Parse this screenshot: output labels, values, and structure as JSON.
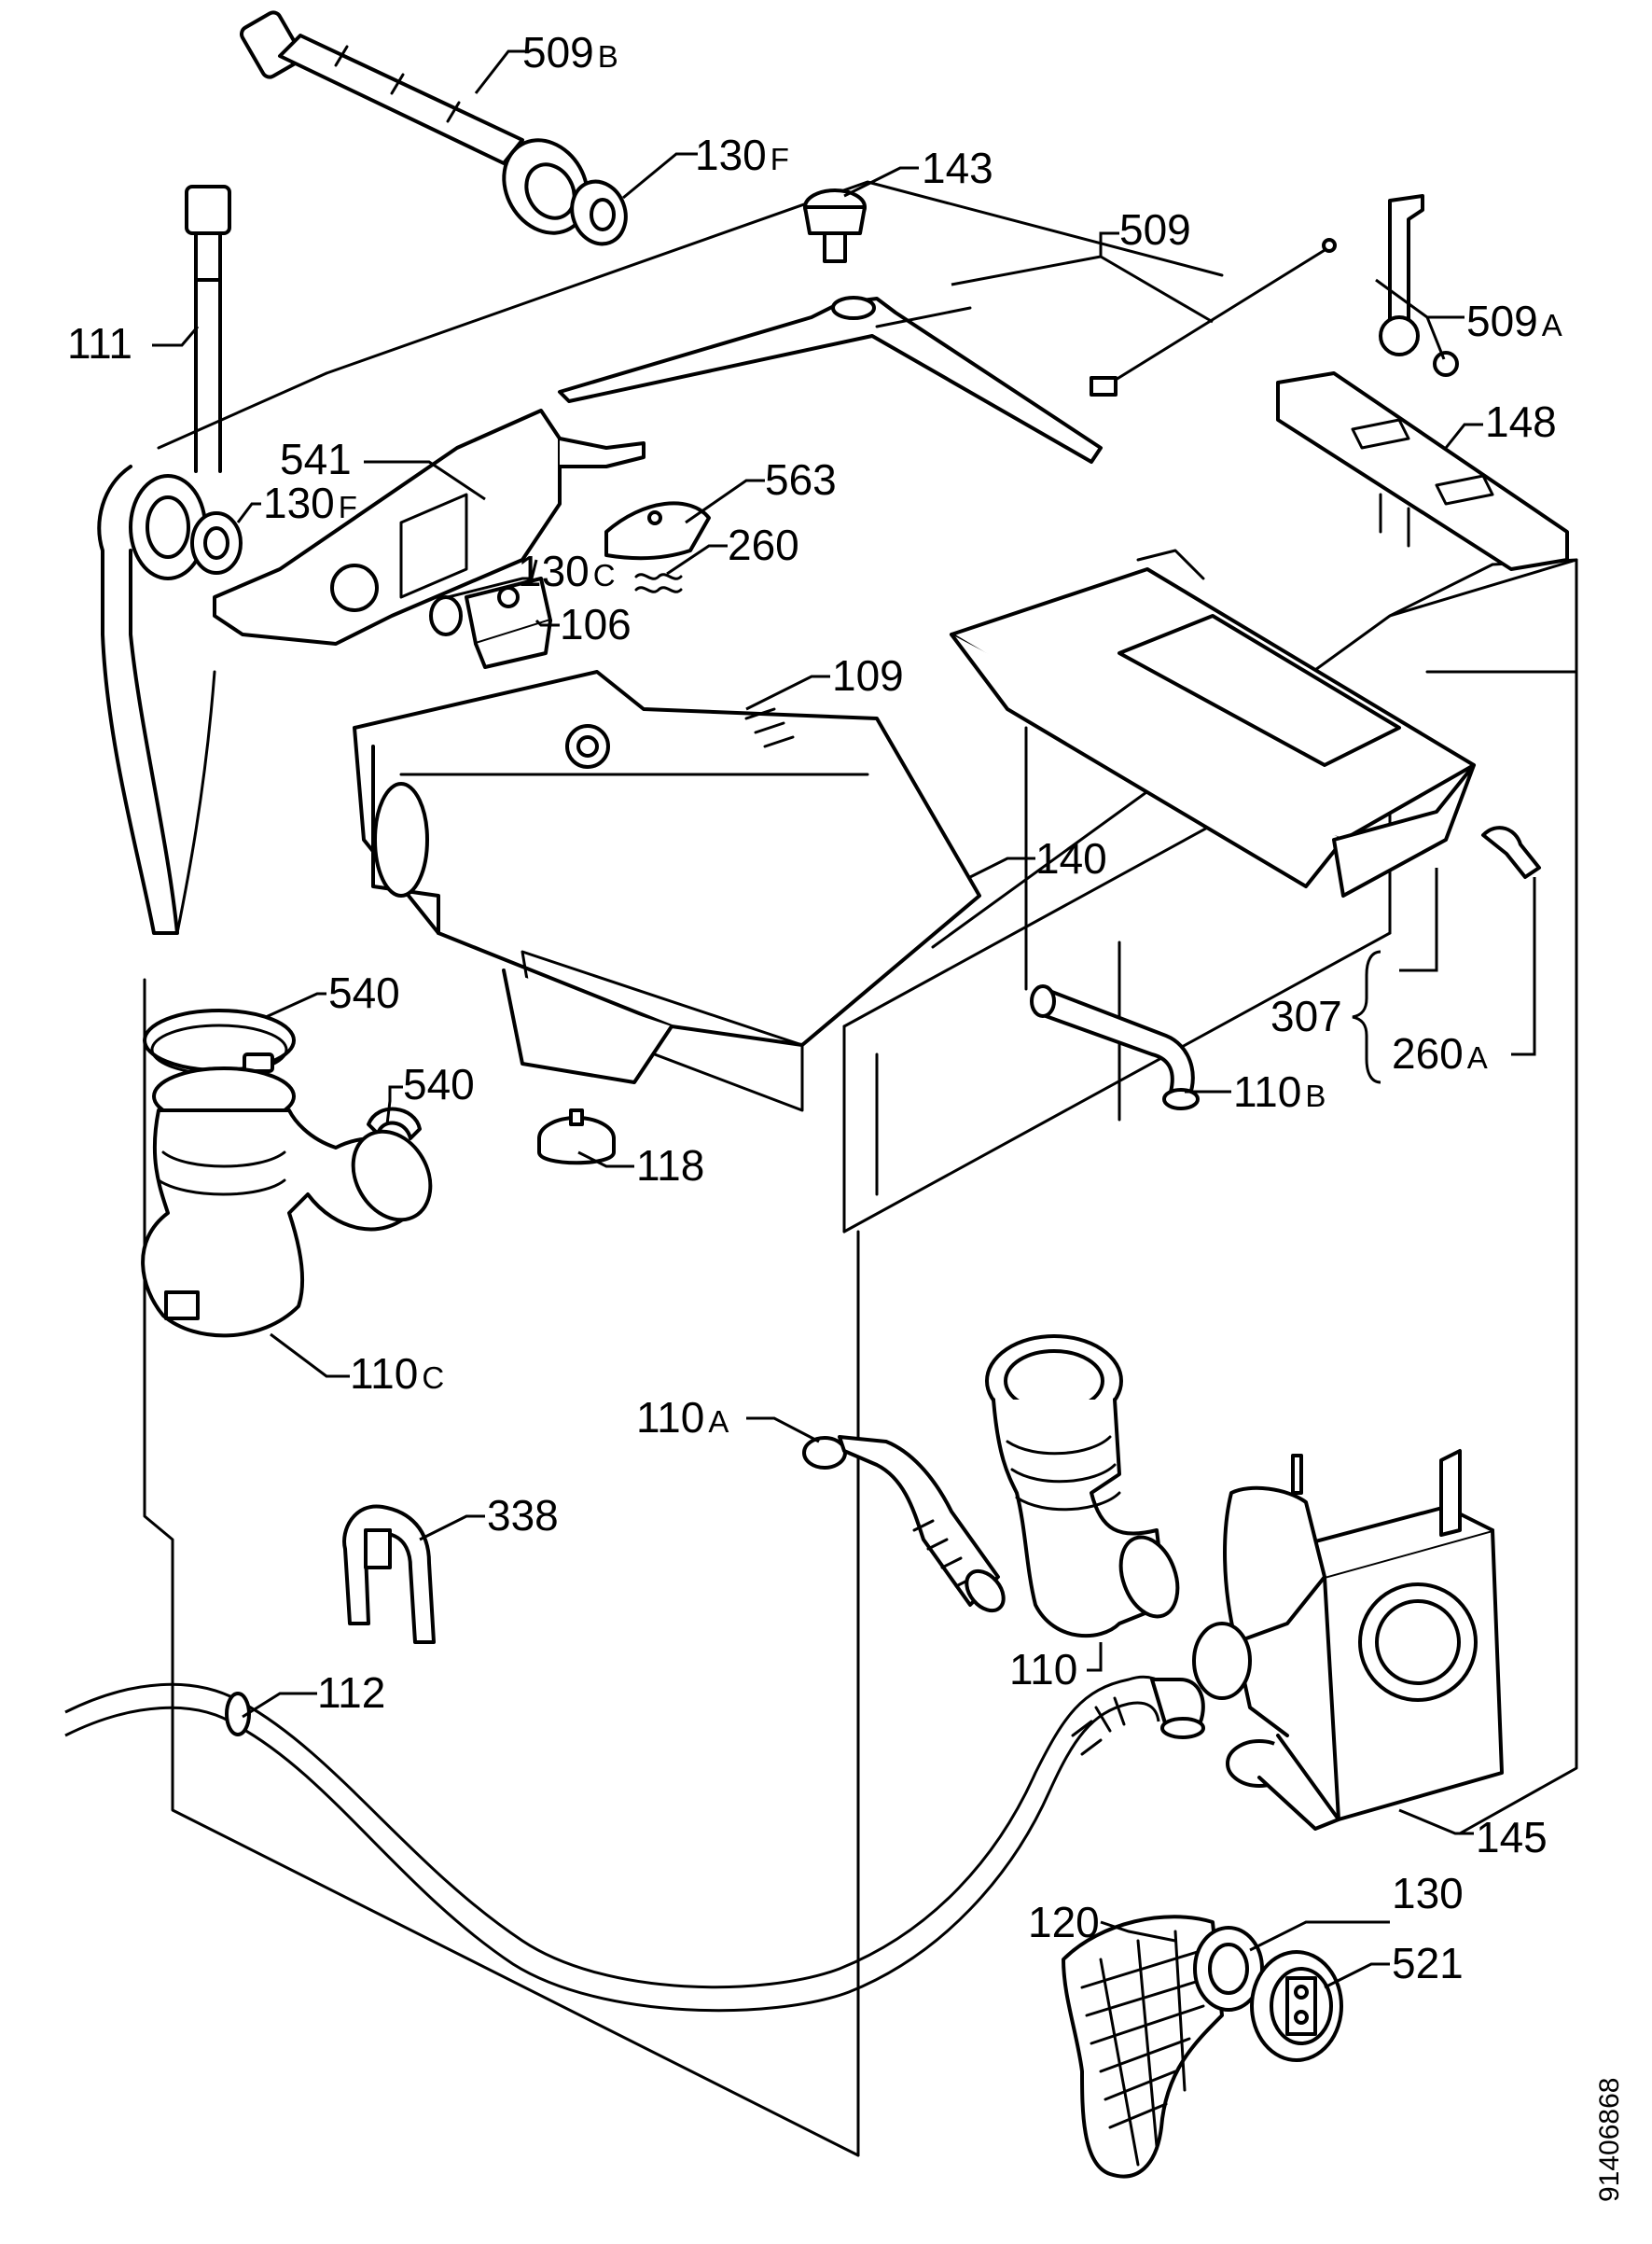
{
  "labels": [
    {
      "id": "509b",
      "main": "509",
      "sub": "B"
    },
    {
      "id": "130f-top",
      "main": "130",
      "sub": "F"
    },
    {
      "id": "143",
      "main": "143",
      "sub": ""
    },
    {
      "id": "509",
      "main": "509",
      "sub": ""
    },
    {
      "id": "509a",
      "main": "509",
      "sub": "A"
    },
    {
      "id": "111",
      "main": "111",
      "sub": ""
    },
    {
      "id": "148",
      "main": "148",
      "sub": ""
    },
    {
      "id": "541",
      "main": "541",
      "sub": ""
    },
    {
      "id": "563",
      "main": "563",
      "sub": ""
    },
    {
      "id": "130f-mid",
      "main": "130",
      "sub": "F"
    },
    {
      "id": "260",
      "main": "260",
      "sub": ""
    },
    {
      "id": "130c",
      "main": "130",
      "sub": "C"
    },
    {
      "id": "106",
      "main": "106",
      "sub": ""
    },
    {
      "id": "109",
      "main": "109",
      "sub": ""
    },
    {
      "id": "140",
      "main": "140",
      "sub": ""
    },
    {
      "id": "540-a",
      "main": "540",
      "sub": ""
    },
    {
      "id": "307",
      "main": "307",
      "sub": ""
    },
    {
      "id": "260a",
      "main": "260",
      "sub": "A"
    },
    {
      "id": "540-b",
      "main": "540",
      "sub": ""
    },
    {
      "id": "110b",
      "main": "110",
      "sub": "B"
    },
    {
      "id": "118",
      "main": "118",
      "sub": ""
    },
    {
      "id": "110c",
      "main": "110",
      "sub": "C"
    },
    {
      "id": "110a",
      "main": "110",
      "sub": "A"
    },
    {
      "id": "338",
      "main": "338",
      "sub": ""
    },
    {
      "id": "110",
      "main": "110",
      "sub": ""
    },
    {
      "id": "112",
      "main": "112",
      "sub": ""
    },
    {
      "id": "145",
      "main": "145",
      "sub": ""
    },
    {
      "id": "130",
      "main": "130",
      "sub": ""
    },
    {
      "id": "120",
      "main": "120",
      "sub": ""
    },
    {
      "id": "521",
      "main": "521",
      "sub": ""
    }
  ],
  "drawing_number": "91406868"
}
